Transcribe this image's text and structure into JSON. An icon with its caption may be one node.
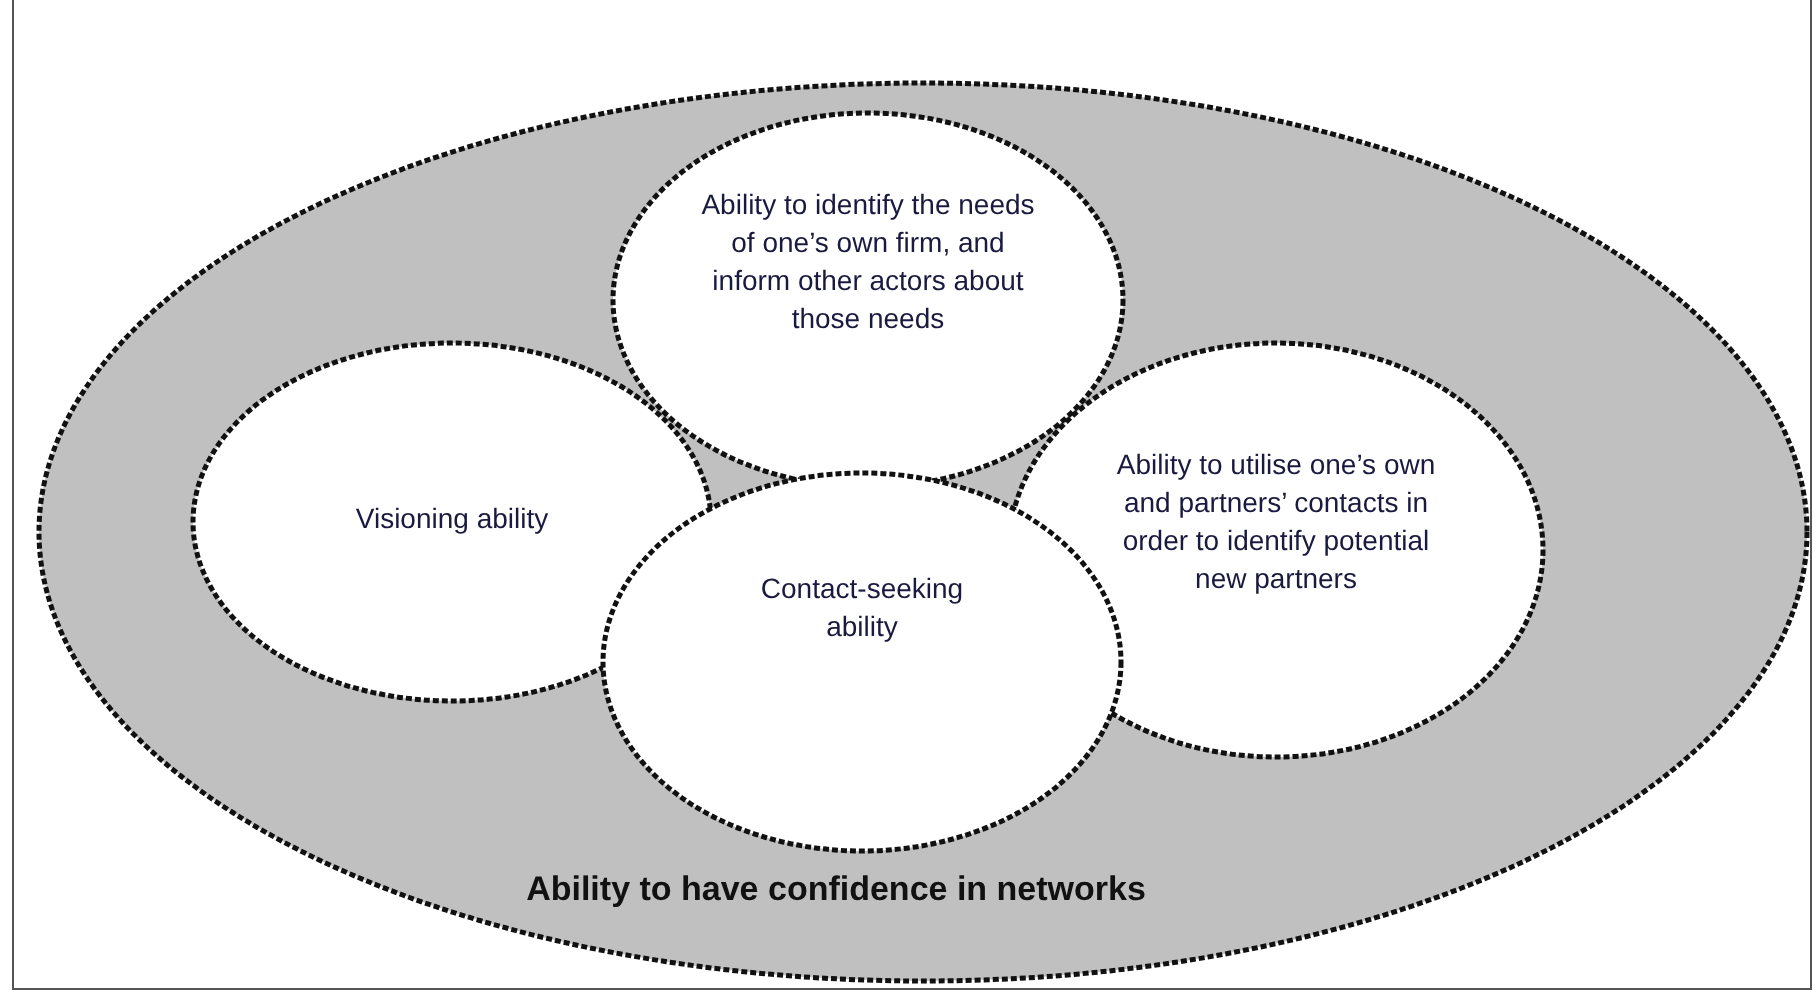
{
  "diagram": {
    "nodes": [
      {
        "text": [
          "Ability to have confidence in networks"
        ]
      },
      {
        "text": [
          "Ability to identify the needs of one’s own firm, and inform other actors about those needs"
        ],
        "in": 0
      },
      {
        "text": [
          "Visioning ability"
        ],
        "in": 0
      },
      {
        "text": [
          "Ability to utilise one’s own and partners’ contacts in order to identify potential new partners"
        ],
        "in": 0
      },
      {
        "text": [
          "Contact-seeking ability"
        ],
        "in": 0
      }
    ],
    "edges": []
  }
}
